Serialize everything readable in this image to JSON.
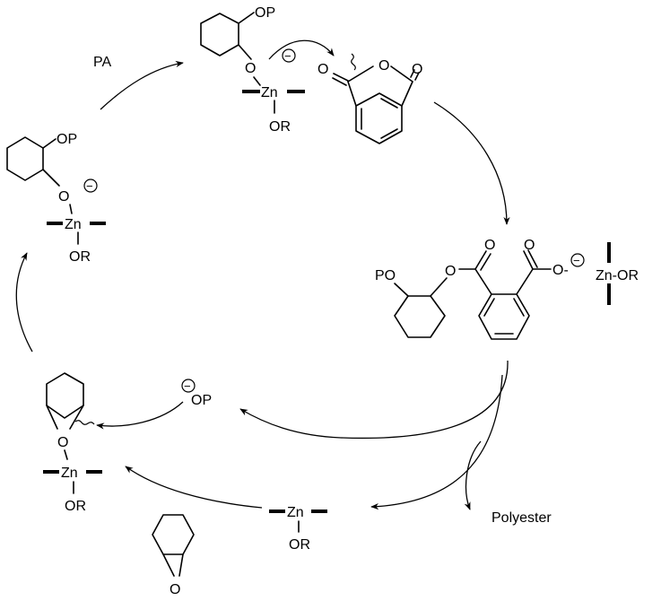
{
  "labels": {
    "pa": "PA",
    "op": "OP",
    "o": "O",
    "zn": "Zn",
    "or": "OR",
    "po": "PO",
    "zn_or": "Zn-OR",
    "o_dash": "O-",
    "polyester": "Polyester",
    "minus": "−"
  }
}
